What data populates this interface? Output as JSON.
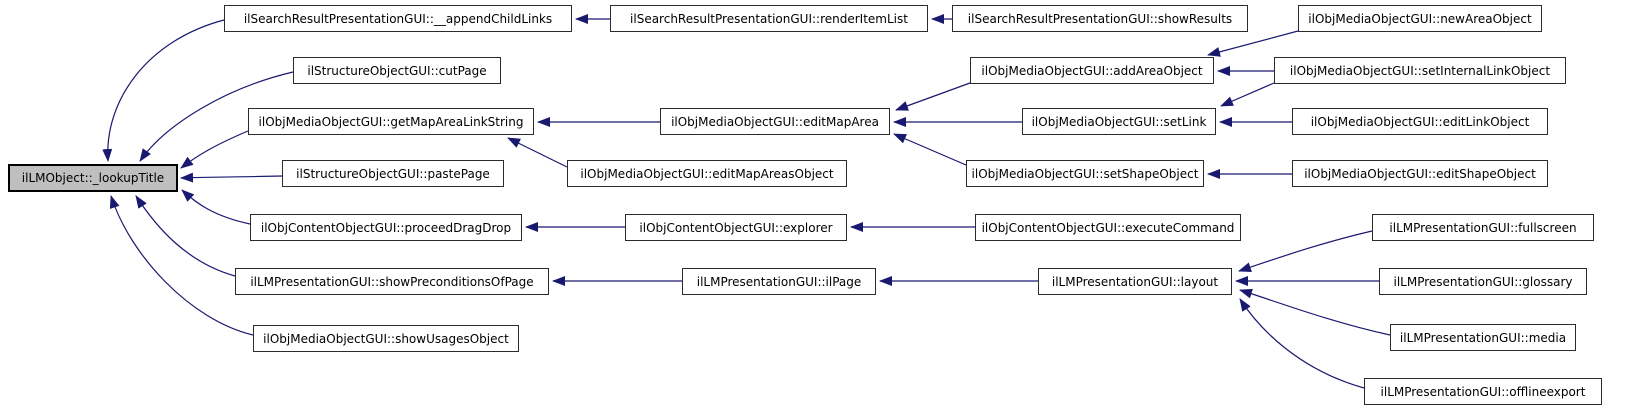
{
  "diagram": {
    "type": "caller-graph",
    "root_function": "ilLMObject::_lookupTitle",
    "colors": {
      "edge": "#191970",
      "node_border": "#2b2b2b",
      "node_background": "#ffffff",
      "root_background": "#bfbfbf"
    },
    "nodes": [
      {
        "id": "lookupTitle",
        "label": "ilLMObject::_lookupTitle"
      },
      {
        "id": "appendChildLinks",
        "label": "ilSearchResultPresentationGUI::__appendChildLinks"
      },
      {
        "id": "renderItemList",
        "label": "ilSearchResultPresentationGUI::renderItemList"
      },
      {
        "id": "showResults",
        "label": "ilSearchResultPresentationGUI::showResults"
      },
      {
        "id": "newAreaObject",
        "label": "ilObjMediaObjectGUI::newAreaObject"
      },
      {
        "id": "cutPage",
        "label": "ilStructureObjectGUI::cutPage"
      },
      {
        "id": "addAreaObject",
        "label": "ilObjMediaObjectGUI::addAreaObject"
      },
      {
        "id": "setInternalLinkObject",
        "label": "ilObjMediaObjectGUI::setInternalLinkObject"
      },
      {
        "id": "getMapAreaLinkString",
        "label": "ilObjMediaObjectGUI::getMapAreaLinkString"
      },
      {
        "id": "editMapArea",
        "label": "ilObjMediaObjectGUI::editMapArea"
      },
      {
        "id": "setLink",
        "label": "ilObjMediaObjectGUI::setLink"
      },
      {
        "id": "editLinkObject",
        "label": "ilObjMediaObjectGUI::editLinkObject"
      },
      {
        "id": "pastePage",
        "label": "ilStructureObjectGUI::pastePage"
      },
      {
        "id": "editMapAreasObject",
        "label": "ilObjMediaObjectGUI::editMapAreasObject"
      },
      {
        "id": "setShapeObject",
        "label": "ilObjMediaObjectGUI::setShapeObject"
      },
      {
        "id": "editShapeObject",
        "label": "ilObjMediaObjectGUI::editShapeObject"
      },
      {
        "id": "proceedDragDrop",
        "label": "ilObjContentObjectGUI::proceedDragDrop"
      },
      {
        "id": "explorer",
        "label": "ilObjContentObjectGUI::explorer"
      },
      {
        "id": "executeCommand",
        "label": "ilObjContentObjectGUI::executeCommand"
      },
      {
        "id": "showPreconditionsOfPage",
        "label": "ilLMPresentationGUI::showPreconditionsOfPage"
      },
      {
        "id": "ilPage",
        "label": "ilLMPresentationGUI::ilPage"
      },
      {
        "id": "layout",
        "label": "ilLMPresentationGUI::layout"
      },
      {
        "id": "fullscreen",
        "label": "ilLMPresentationGUI::fullscreen"
      },
      {
        "id": "glossary",
        "label": "ilLMPresentationGUI::glossary"
      },
      {
        "id": "media",
        "label": "ilLMPresentationGUI::media"
      },
      {
        "id": "offlineexport",
        "label": "ilLMPresentationGUI::offlineexport"
      },
      {
        "id": "showUsagesObject",
        "label": "ilObjMediaObjectGUI::showUsagesObject"
      }
    ],
    "edges": [
      {
        "from": "appendChildLinks",
        "to": "lookupTitle"
      },
      {
        "from": "cutPage",
        "to": "lookupTitle"
      },
      {
        "from": "getMapAreaLinkString",
        "to": "lookupTitle"
      },
      {
        "from": "pastePage",
        "to": "lookupTitle"
      },
      {
        "from": "proceedDragDrop",
        "to": "lookupTitle"
      },
      {
        "from": "showPreconditionsOfPage",
        "to": "lookupTitle"
      },
      {
        "from": "showUsagesObject",
        "to": "lookupTitle"
      },
      {
        "from": "renderItemList",
        "to": "appendChildLinks"
      },
      {
        "from": "showResults",
        "to": "renderItemList"
      },
      {
        "from": "editMapArea",
        "to": "getMapAreaLinkString"
      },
      {
        "from": "editMapAreasObject",
        "to": "getMapAreaLinkString"
      },
      {
        "from": "addAreaObject",
        "to": "editMapArea"
      },
      {
        "from": "setLink",
        "to": "editMapArea"
      },
      {
        "from": "setShapeObject",
        "to": "editMapArea"
      },
      {
        "from": "newAreaObject",
        "to": "addAreaObject"
      },
      {
        "from": "setInternalLinkObject",
        "to": "addAreaObject"
      },
      {
        "from": "setInternalLinkObject",
        "to": "setLink"
      },
      {
        "from": "editLinkObject",
        "to": "setLink"
      },
      {
        "from": "editShapeObject",
        "to": "setShapeObject"
      },
      {
        "from": "explorer",
        "to": "proceedDragDrop"
      },
      {
        "from": "executeCommand",
        "to": "explorer"
      },
      {
        "from": "ilPage",
        "to": "showPreconditionsOfPage"
      },
      {
        "from": "layout",
        "to": "ilPage"
      },
      {
        "from": "fullscreen",
        "to": "layout"
      },
      {
        "from": "glossary",
        "to": "layout"
      },
      {
        "from": "media",
        "to": "layout"
      },
      {
        "from": "offlineexport",
        "to": "layout"
      }
    ]
  }
}
